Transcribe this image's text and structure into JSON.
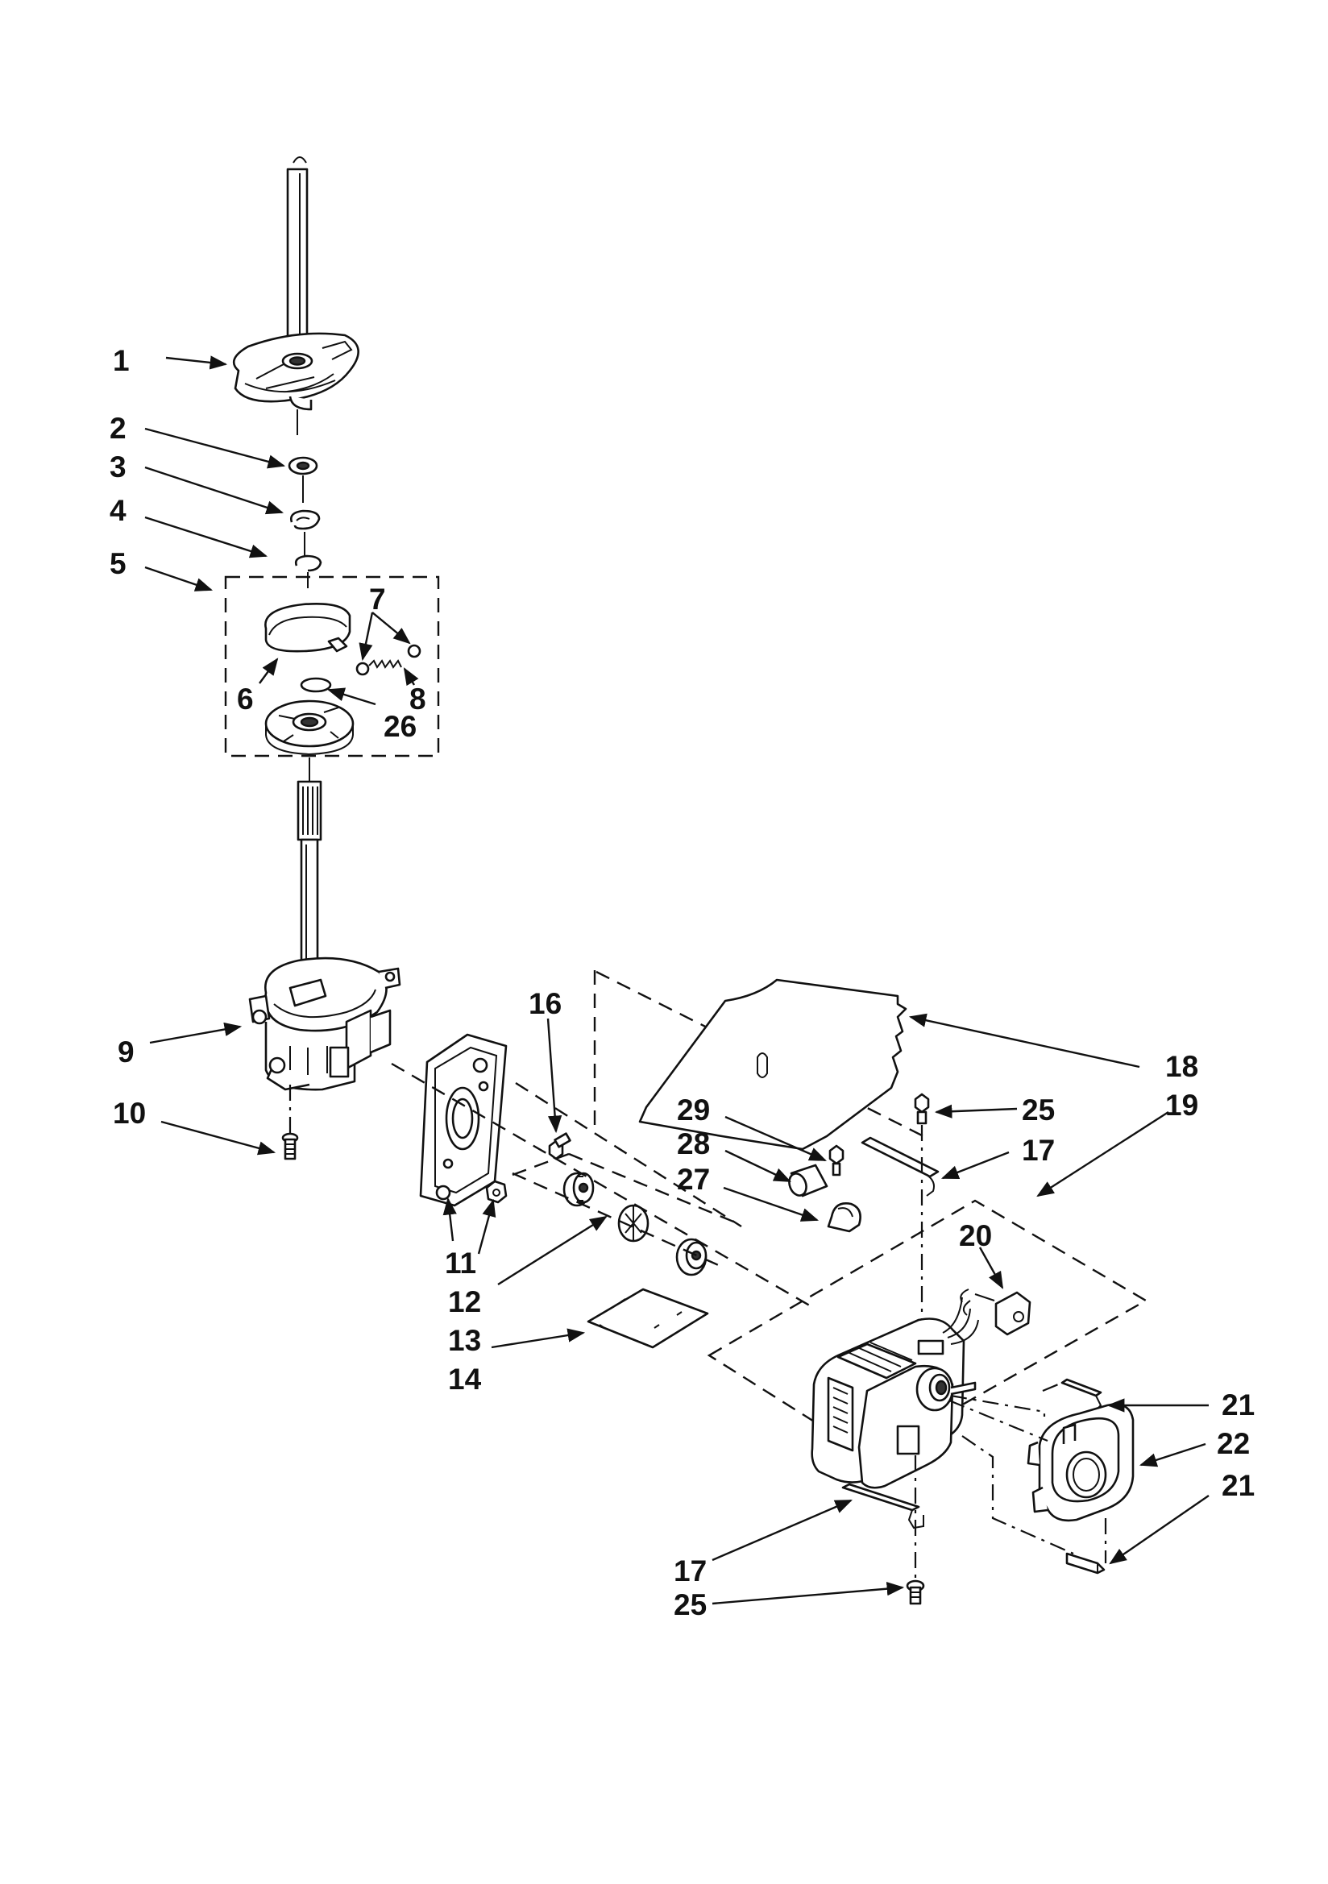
{
  "callouts": {
    "c1": "1",
    "c2": "2",
    "c3": "3",
    "c4": "4",
    "c5": "5",
    "c6": "6",
    "c7": "7",
    "c8": "8",
    "c9": "9",
    "c10": "10",
    "c11": "11",
    "c12": "12",
    "c13": "13",
    "c14": "14",
    "c16": "16",
    "c17a": "17",
    "c17b": "17",
    "c18": "18",
    "c19": "19",
    "c20": "20",
    "c21a": "21",
    "c21b": "21",
    "c22": "22",
    "c25a": "25",
    "c25b": "25",
    "c26": "26",
    "c27": "27",
    "c28": "28",
    "c29": "29"
  },
  "parts": [
    "brake-assembly",
    "washer",
    "retainer-ring",
    "clip",
    "clutch-assembly",
    "clutch-band",
    "clutch-spring",
    "clutch-shoe",
    "gearcase",
    "screw",
    "motor-coupling-mount",
    "nut",
    "coupling",
    "drive-pad",
    "screw",
    "clip",
    "motor-shield",
    "motor",
    "motor-switch",
    "pump-clip",
    "pump",
    "screw",
    "hub",
    "motor-clamp",
    "capacitor",
    "screw"
  ]
}
